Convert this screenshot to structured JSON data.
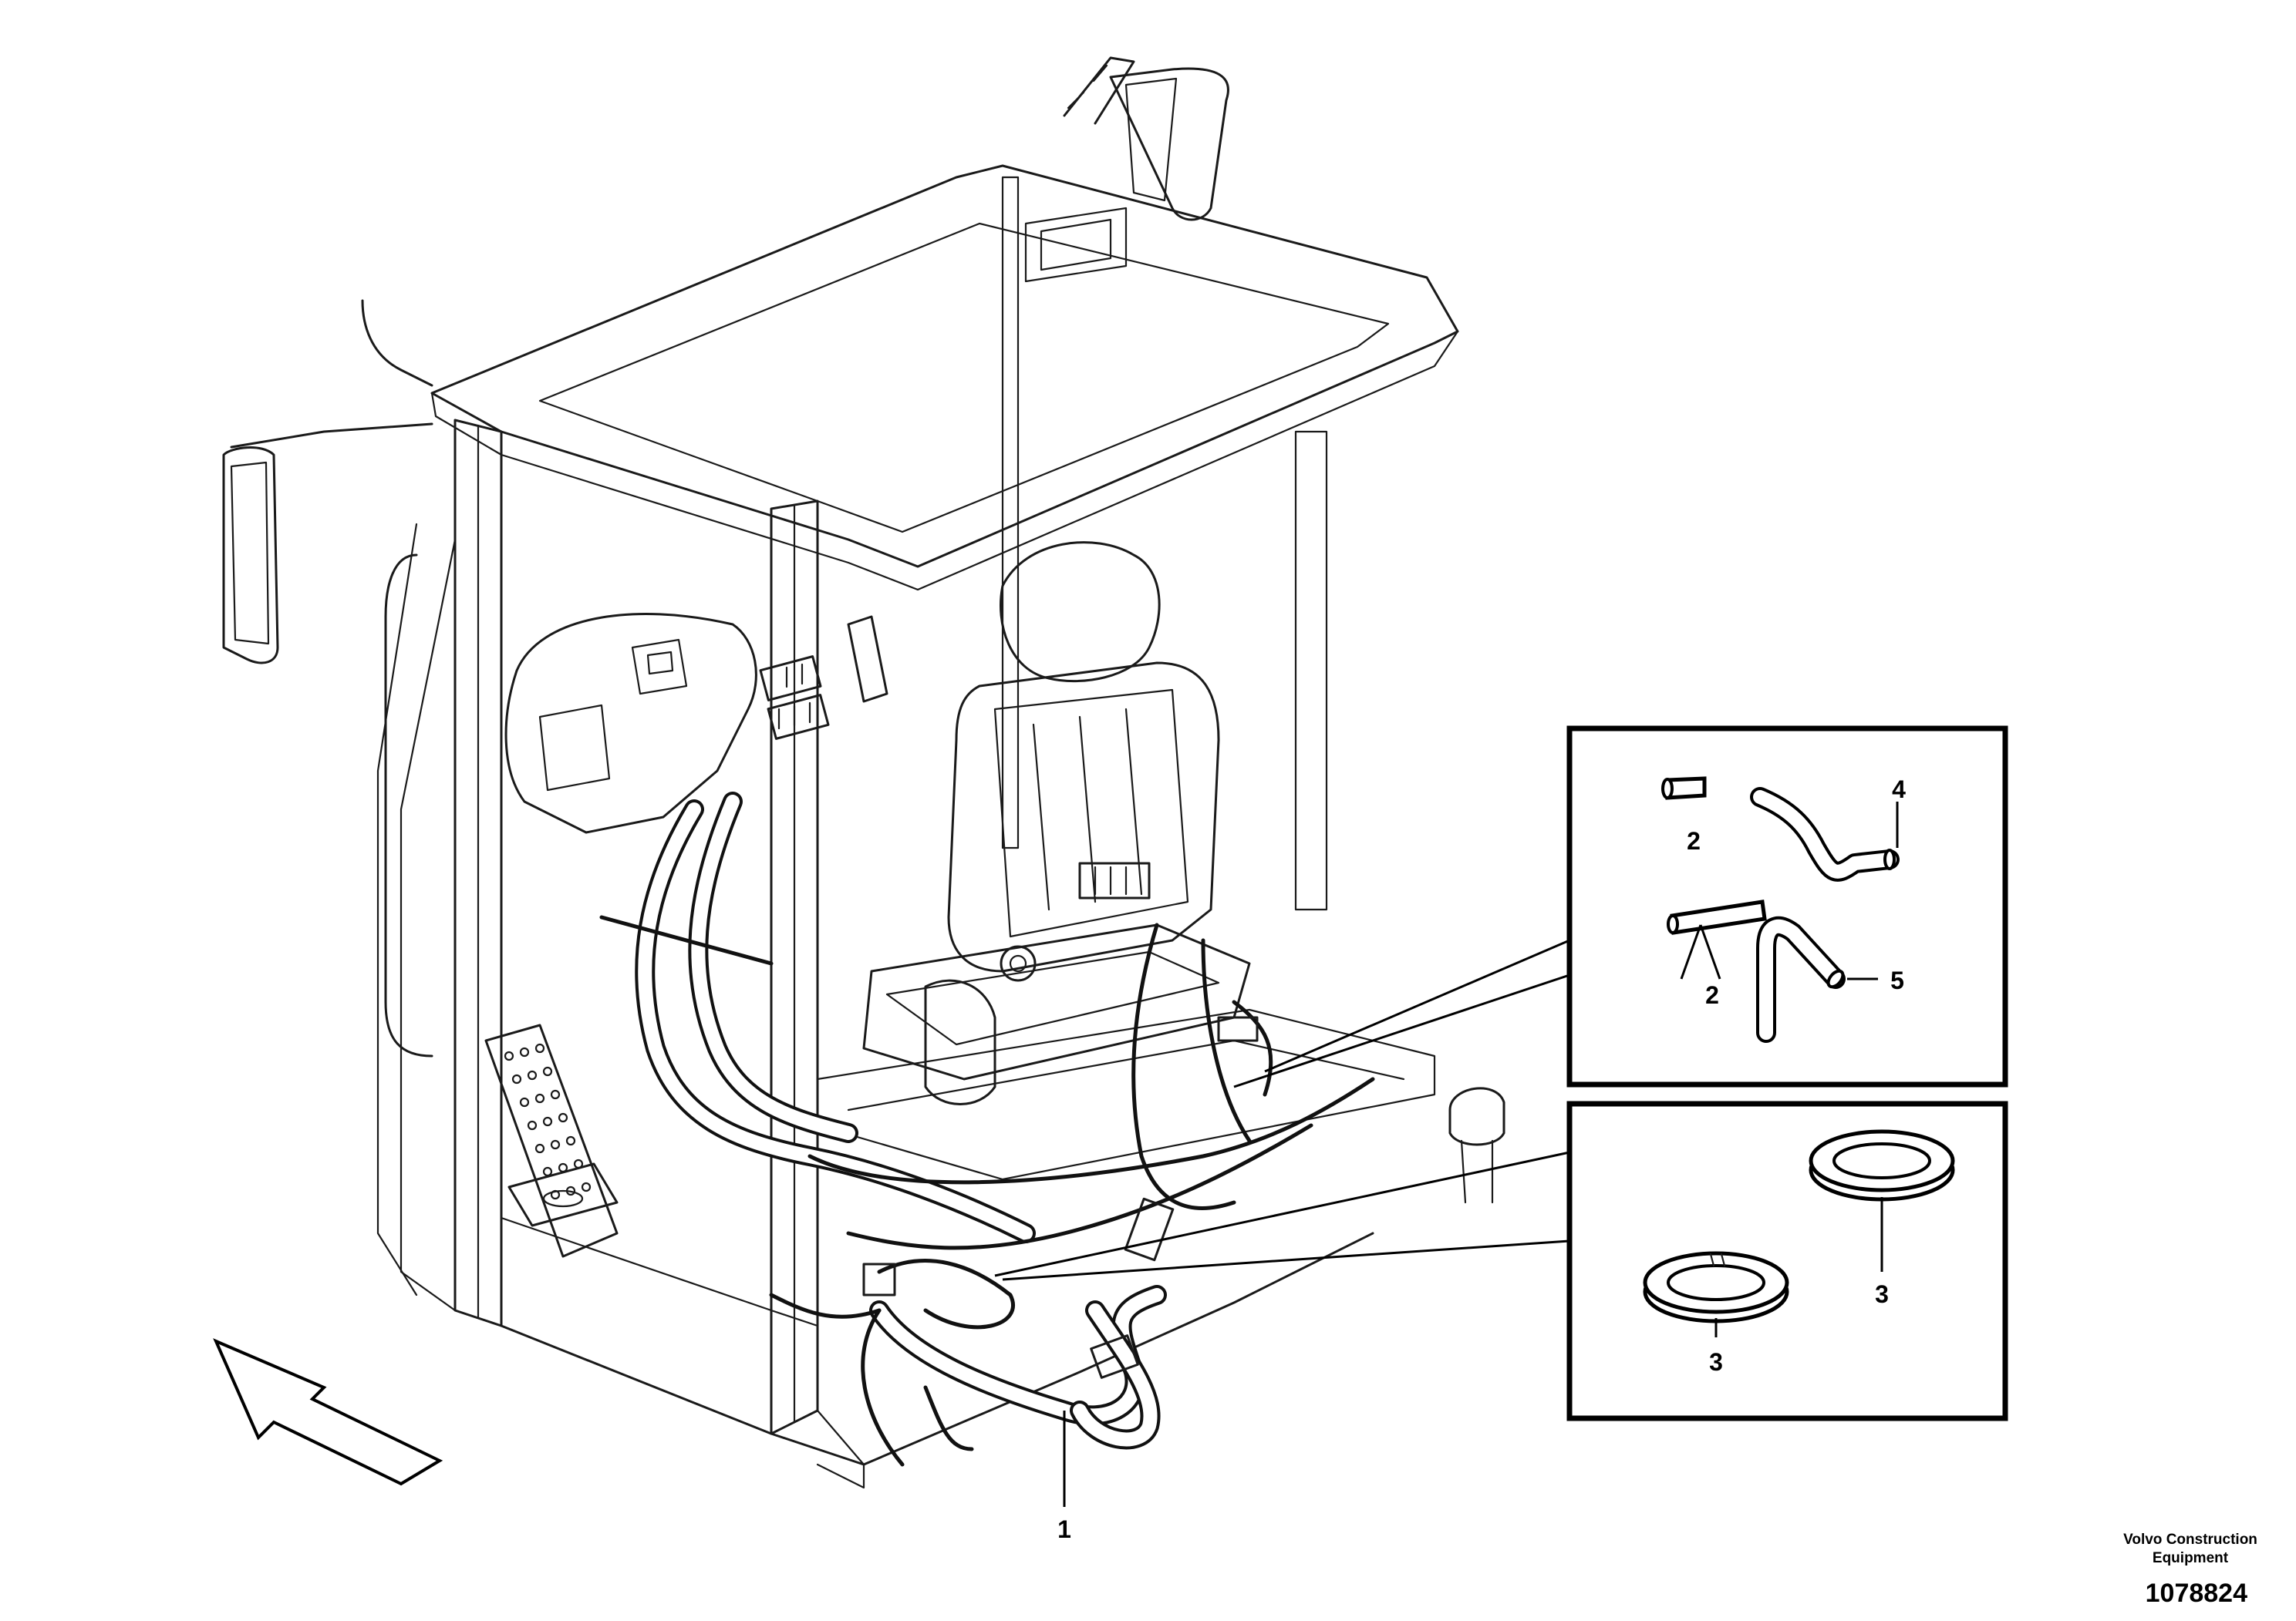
{
  "callouts": {
    "harness": "1",
    "clip_top": "2",
    "clip_bottom": "2",
    "grommet_left": "3",
    "grommet_right": "3",
    "hose_bent": "4",
    "hose_angled": "5"
  },
  "footer": {
    "company_line1": "Volvo Construction",
    "company_line2": "Equipment",
    "drawing_number": "1078824"
  }
}
